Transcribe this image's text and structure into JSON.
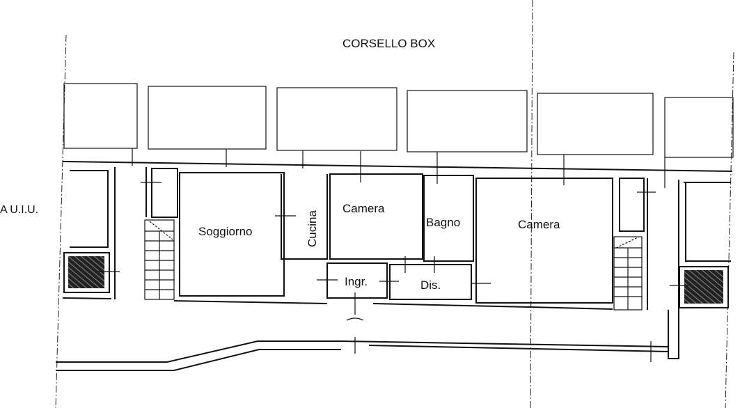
{
  "title": "CORSELLO BOX",
  "side_label": "A U.I.U.",
  "rooms": {
    "soggiorno": "Soggiorno",
    "cucina": "Cucina",
    "camera_1": "Camera",
    "bagno": "Bagno",
    "camera_2": "Camera",
    "ingresso": "Ingr.",
    "disimpegno": "Dis."
  },
  "colors": {
    "line": "#111111",
    "background": "#ffffff"
  }
}
